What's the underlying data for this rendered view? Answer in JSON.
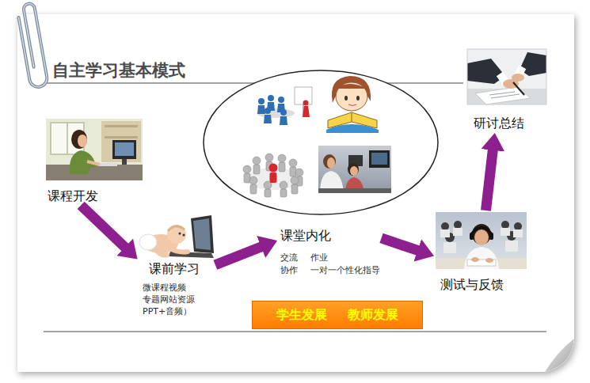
{
  "diagram": {
    "title": "自主学习基本模式",
    "nodes": [
      {
        "text": [
          "课程开发"
        ]
      },
      {
        "text": [
          "课前学习",
          "微课程视频",
          "专题网站资源",
          "PPT+音频）"
        ]
      },
      {
        "text": [
          "课堂内化",
          "交流 作业",
          "协作 一对一个性化指导"
        ]
      },
      {
        "text": [
          "测试与反馈"
        ]
      },
      {
        "text": [
          "研讨总结"
        ]
      },
      {
        "text": [
          "学生发展",
          "教师发展"
        ]
      }
    ],
    "edges": [
      {
        "from": 0,
        "to": 1,
        "arrow": "to"
      },
      {
        "from": 1,
        "to": 2,
        "arrow": "to"
      },
      {
        "from": 2,
        "to": 3,
        "arrow": "to"
      },
      {
        "from": 3,
        "to": 4,
        "arrow": "to"
      }
    ]
  }
}
